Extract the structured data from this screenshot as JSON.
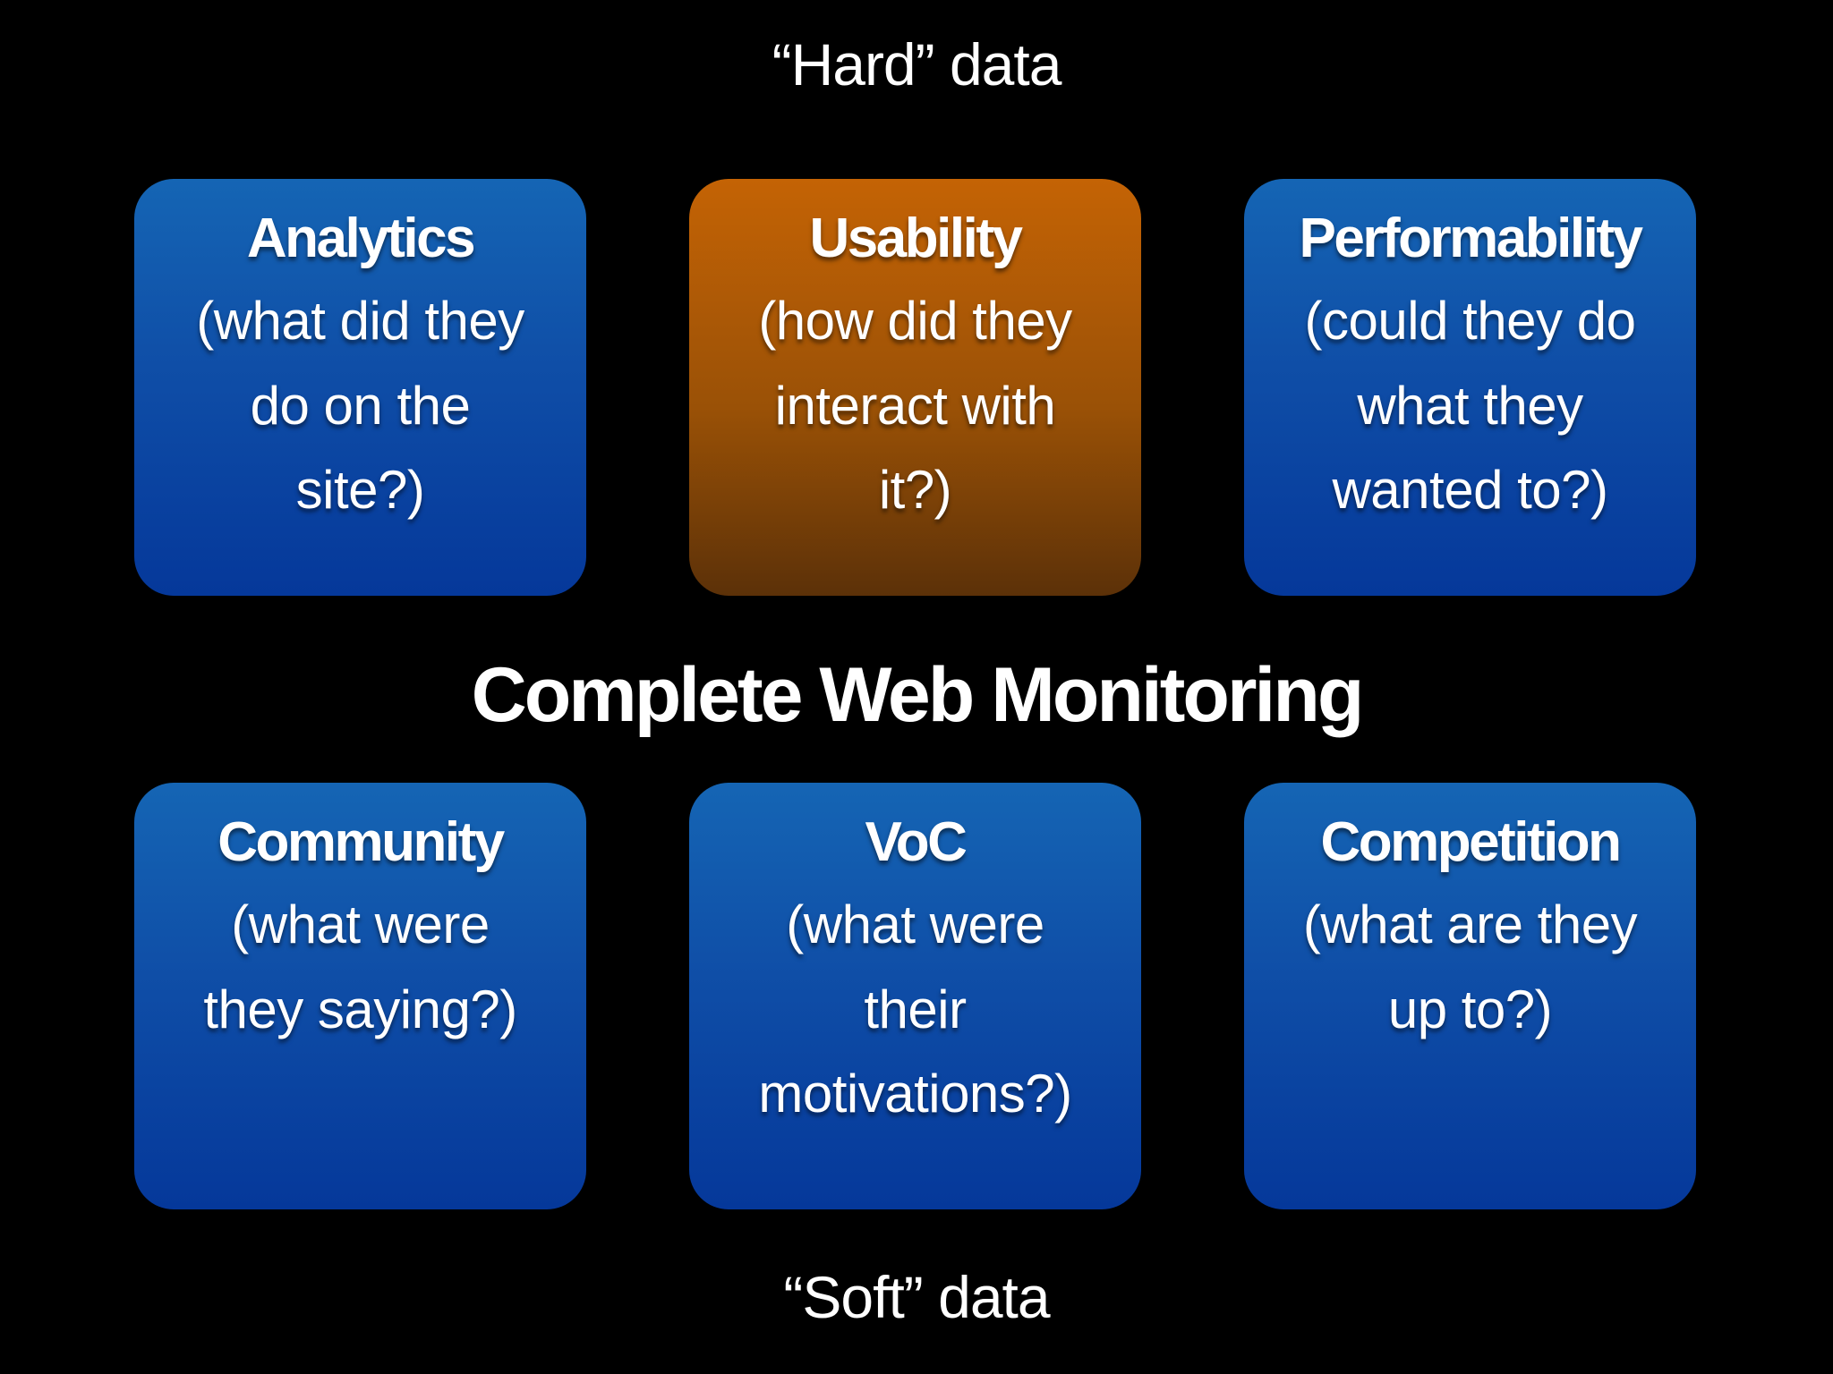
{
  "background_color": "#000000",
  "labels": {
    "hard": "“Hard” data",
    "center": "Complete Web Monitoring",
    "soft": "“Soft” data"
  },
  "colors": {
    "blue_box_top": "#1565b4",
    "blue_box_bottom": "#05389a",
    "orange_box_top": "#c46305",
    "orange_box_bottom": "#5c3108",
    "text": "#ffffff"
  },
  "boxes": [
    {
      "title": "Analytics",
      "subtitle_lines": [
        "(what did they",
        "do on the",
        "site?)"
      ],
      "color": "blue"
    },
    {
      "title": "Usability",
      "subtitle_lines": [
        "(how did they",
        "interact with",
        "it?)"
      ],
      "color": "orange"
    },
    {
      "title": "Performability",
      "subtitle_lines": [
        "(could they do",
        "what they",
        "wanted to?)"
      ],
      "color": "blue"
    },
    {
      "title": "Community",
      "subtitle_lines": [
        "(what were",
        "they saying?)"
      ],
      "color": "blue"
    },
    {
      "title": "VoC",
      "subtitle_lines": [
        "(what were",
        "their",
        "motivations?)"
      ],
      "color": "blue"
    },
    {
      "title": "Competition",
      "subtitle_lines": [
        "(what are they",
        "up to?)"
      ],
      "color": "blue"
    }
  ]
}
